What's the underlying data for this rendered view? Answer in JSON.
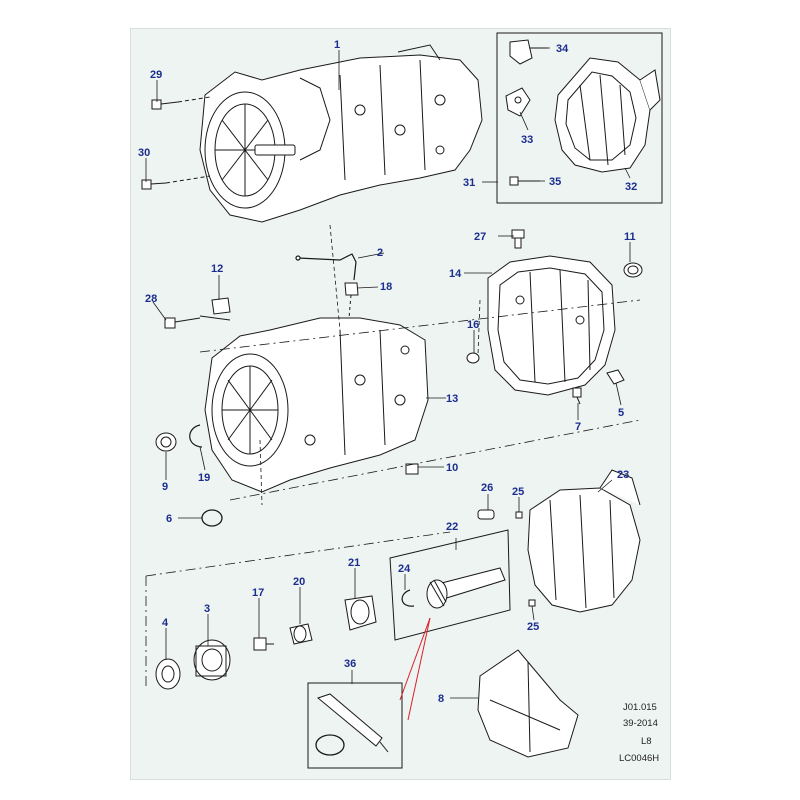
{
  "diagram": {
    "callouts": [
      {
        "id": "c1",
        "label": "1"
      },
      {
        "id": "c2",
        "label": "2"
      },
      {
        "id": "c3",
        "label": "3"
      },
      {
        "id": "c4",
        "label": "4"
      },
      {
        "id": "c5",
        "label": "5"
      },
      {
        "id": "c6",
        "label": "6"
      },
      {
        "id": "c7",
        "label": "7"
      },
      {
        "id": "c8",
        "label": "8"
      },
      {
        "id": "c9",
        "label": "9"
      },
      {
        "id": "c10",
        "label": "10"
      },
      {
        "id": "c11",
        "label": "11"
      },
      {
        "id": "c12",
        "label": "12"
      },
      {
        "id": "c13",
        "label": "13"
      },
      {
        "id": "c14",
        "label": "14"
      },
      {
        "id": "c16",
        "label": "16"
      },
      {
        "id": "c17",
        "label": "17"
      },
      {
        "id": "c18",
        "label": "18"
      },
      {
        "id": "c19",
        "label": "19"
      },
      {
        "id": "c20",
        "label": "20"
      },
      {
        "id": "c21",
        "label": "21"
      },
      {
        "id": "c22",
        "label": "22"
      },
      {
        "id": "c23",
        "label": "23"
      },
      {
        "id": "c24",
        "label": "24"
      },
      {
        "id": "c25a",
        "label": "25"
      },
      {
        "id": "c25b",
        "label": "25"
      },
      {
        "id": "c26",
        "label": "26"
      },
      {
        "id": "c27",
        "label": "27"
      },
      {
        "id": "c28",
        "label": "28"
      },
      {
        "id": "c29",
        "label": "29"
      },
      {
        "id": "c30",
        "label": "30"
      },
      {
        "id": "c31",
        "label": "31"
      },
      {
        "id": "c32",
        "label": "32"
      },
      {
        "id": "c33",
        "label": "33"
      },
      {
        "id": "c34",
        "label": "34"
      },
      {
        "id": "c35",
        "label": "35"
      },
      {
        "id": "c36",
        "label": "36"
      }
    ],
    "reference": {
      "line1": "J01.015",
      "line2": "39-2014",
      "line3": "L8",
      "line4": "LC0046H"
    }
  },
  "colors": {
    "callout": "#1b2d8f",
    "line": "#1a1a1a",
    "leader_red": "#d9202a",
    "sheet": "#eef4f1"
  }
}
